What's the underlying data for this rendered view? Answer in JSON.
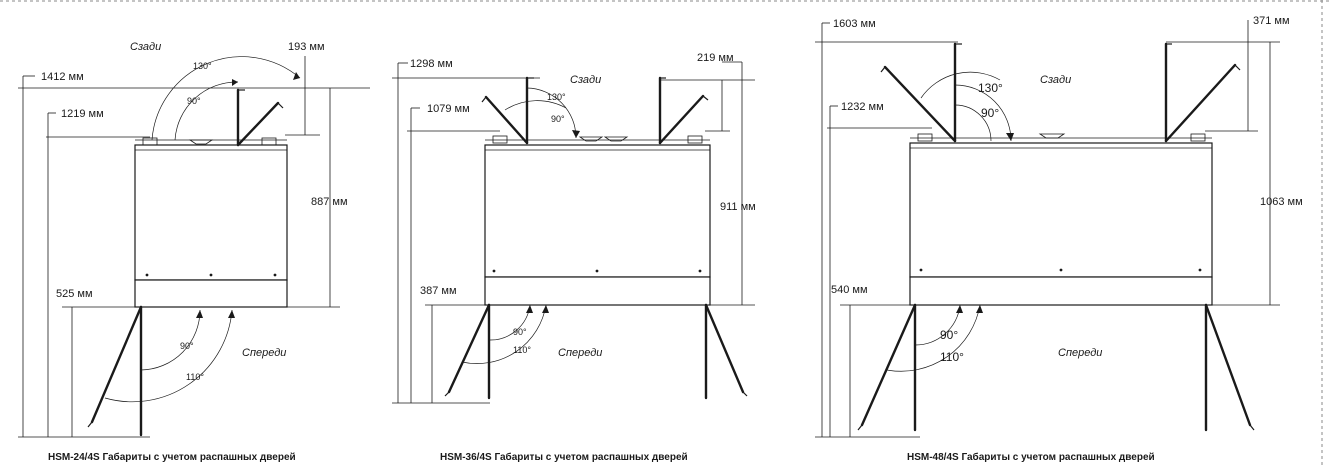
{
  "diagrams": [
    {
      "caption": "HSM-24/4S Габариты с учетом распашных дверей",
      "back_label": "Сзади",
      "front_label": "Спереди",
      "dims": {
        "total_height_back": "1412 мм",
        "height_lid": "1219 мм",
        "front_door": "525 мм",
        "back_door_width": "193 мм",
        "cabinet_height": "887 мм"
      },
      "angles": {
        "back_open": "130°",
        "back_closed": "90°",
        "front_open": "110°",
        "front_closed": "90°"
      }
    },
    {
      "caption": "HSM-36/4S Габариты с учетом распашных дверей",
      "back_label": "Сзади",
      "front_label": "Спереди",
      "dims": {
        "total_height_back": "1298 мм",
        "height_lid": "1079 мм",
        "front_door": "387 мм",
        "back_door_width": "219 мм",
        "cabinet_height": "911 мм"
      },
      "angles": {
        "back_open": "130°",
        "back_closed": "90°",
        "front_open": "110°",
        "front_closed": "90°"
      }
    },
    {
      "caption": "HSM-48/4S Габариты с учетом распашных дверей",
      "back_label": "Сзади",
      "front_label": "Спереди",
      "dims": {
        "total_height_back": "1603 мм",
        "height_lid": "1232 мм",
        "front_door": "540 мм",
        "back_door_width": "371 мм",
        "cabinet_height": "1063 мм"
      },
      "angles": {
        "back_open": "130°",
        "back_closed": "90°",
        "front_open": "110°",
        "front_closed": "90°"
      }
    }
  ]
}
